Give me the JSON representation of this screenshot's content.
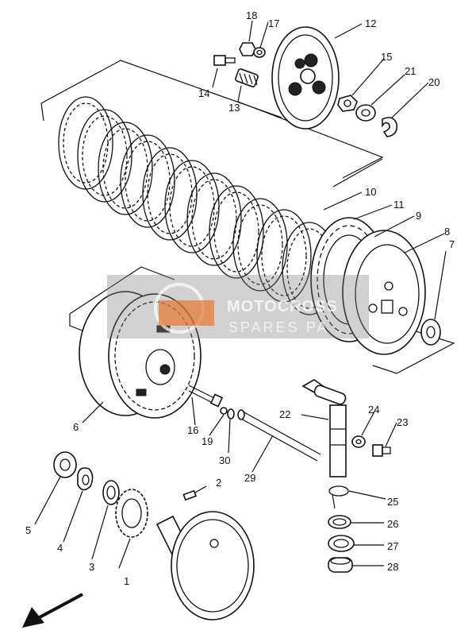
{
  "watermark": {
    "title": "MOTOCROSS",
    "subtitle": "SPARES PA",
    "brand_color": "#e8762a"
  },
  "parts": [
    {
      "number": "1"
    },
    {
      "number": "2"
    },
    {
      "number": "3"
    },
    {
      "number": "4"
    },
    {
      "number": "5"
    },
    {
      "number": "6"
    },
    {
      "number": "7"
    },
    {
      "number": "8"
    },
    {
      "number": "9"
    },
    {
      "number": "10"
    },
    {
      "number": "11"
    },
    {
      "number": "12"
    },
    {
      "number": "13"
    },
    {
      "number": "14"
    },
    {
      "number": "15"
    },
    {
      "number": "16"
    },
    {
      "number": "17"
    },
    {
      "number": "18"
    },
    {
      "number": "19"
    },
    {
      "number": "20"
    },
    {
      "number": "21"
    },
    {
      "number": "22"
    },
    {
      "number": "23"
    },
    {
      "number": "24"
    },
    {
      "number": "25"
    },
    {
      "number": "26"
    },
    {
      "number": "27"
    },
    {
      "number": "28"
    },
    {
      "number": "29"
    },
    {
      "number": "30"
    }
  ],
  "direction_arrow": "front-arrow-icon"
}
